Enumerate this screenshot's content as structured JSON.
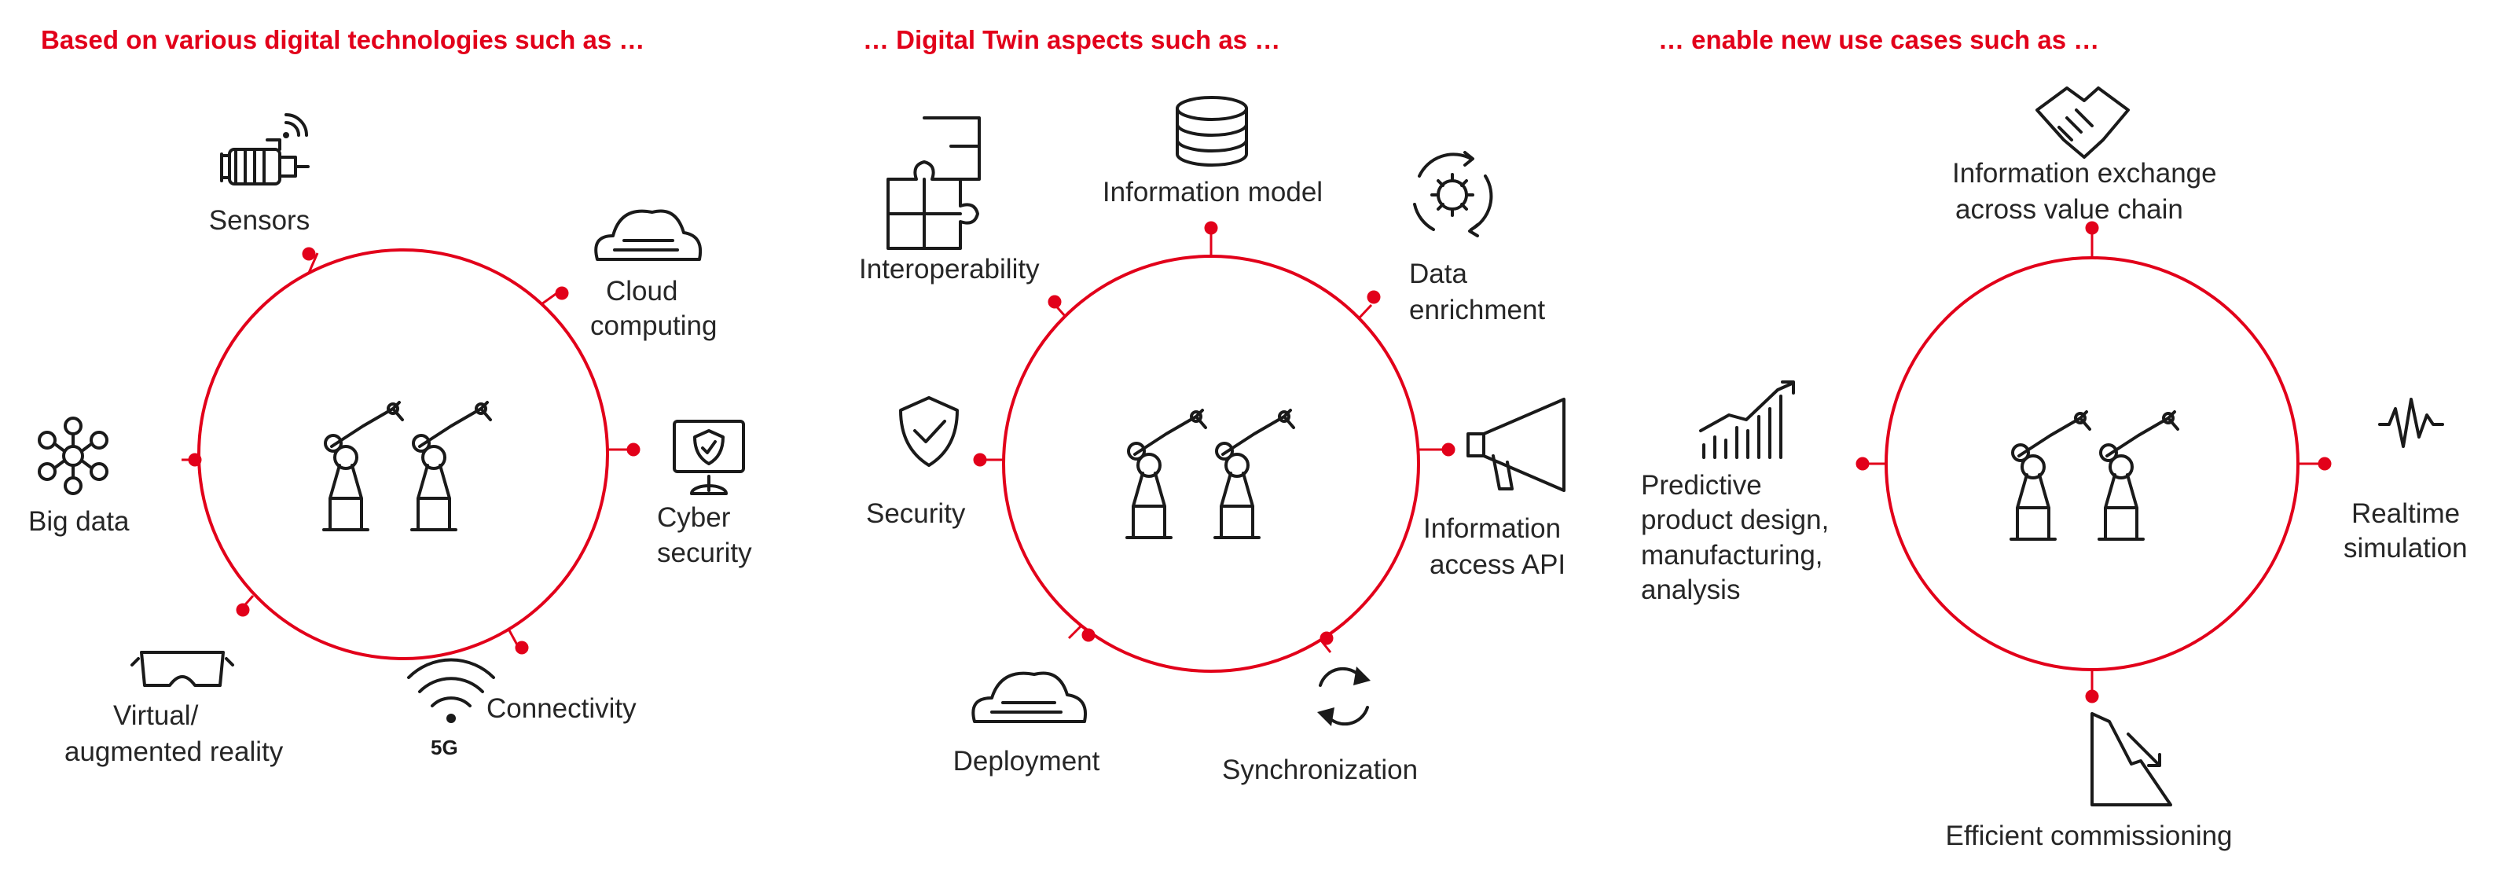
{
  "panels": [
    {
      "heading": "Based on various digital technologies such as …",
      "labels": {
        "sensors": "Sensors",
        "cloud": [
          "Cloud",
          "computing"
        ],
        "bigdata": "Big data",
        "cyber": [
          "Cyber",
          "security"
        ],
        "vr": [
          "Virtual/",
          "augmented reality"
        ],
        "connectivity": "Connectivity",
        "fiveg": "5G"
      }
    },
    {
      "heading": "… Digital Twin aspects such as …",
      "labels": {
        "infomodel": "Information model",
        "interop": "Interoperability",
        "enrich": [
          "Data",
          "enrichment"
        ],
        "security": "Security",
        "api": [
          "Information",
          "access API"
        ],
        "deploy": "Deployment",
        "sync": "Synchronization"
      }
    },
    {
      "heading": "… enable  new use cases such as …",
      "labels": {
        "exchange": [
          "Information exchange",
          "across value chain"
        ],
        "predictive": [
          "Predictive",
          "product design,",
          "manufacturing,",
          "analysis"
        ],
        "realtime": [
          "Realtime",
          "simulation"
        ],
        "commission": "Efficient commissioning"
      }
    }
  ],
  "colors": {
    "accent": "#e2001a",
    "text": "#262626",
    "icon": "#1a1a1a",
    "ghost": "#cfcfcf"
  }
}
